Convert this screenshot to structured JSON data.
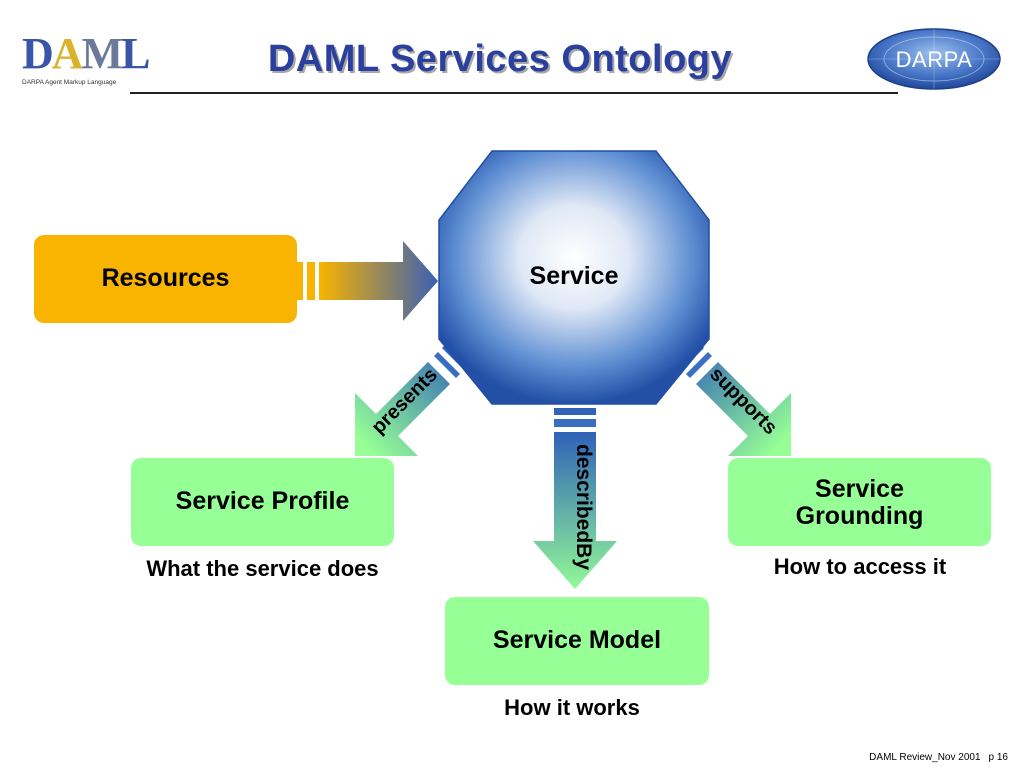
{
  "header": {
    "title": "DAML Services Ontology",
    "left_logo": {
      "letters": [
        "D",
        "A",
        "M",
        "L"
      ],
      "tagline": "DARPA Agent Markup Language",
      "colors": {
        "blue": "#3a55a8",
        "gold": "#d8b32c",
        "gray": "#6b7a9a"
      }
    },
    "right_logo": {
      "text": "DARPA",
      "colors": {
        "seal": "#4a78c8",
        "text": "#ffffff"
      }
    }
  },
  "diagram": {
    "center": {
      "label": "Service",
      "shape": "octagon",
      "color": "#2d5fb4"
    },
    "input": {
      "label": "Resources",
      "color": "#f8b400"
    },
    "outputs": [
      {
        "id": "profile",
        "label": "Service Profile",
        "relation": "presents",
        "caption": "What the service does",
        "color": "#96ff96"
      },
      {
        "id": "model",
        "label": "Service Model",
        "relation": "describedBy",
        "caption": "How it works",
        "color": "#96ff96"
      },
      {
        "id": "grounding",
        "label": "Service Grounding",
        "relation": "supports",
        "caption": "How to access it",
        "color": "#96ff96"
      }
    ]
  },
  "footer": {
    "left": "DAML Review_Nov 2001",
    "right": "p 16"
  }
}
